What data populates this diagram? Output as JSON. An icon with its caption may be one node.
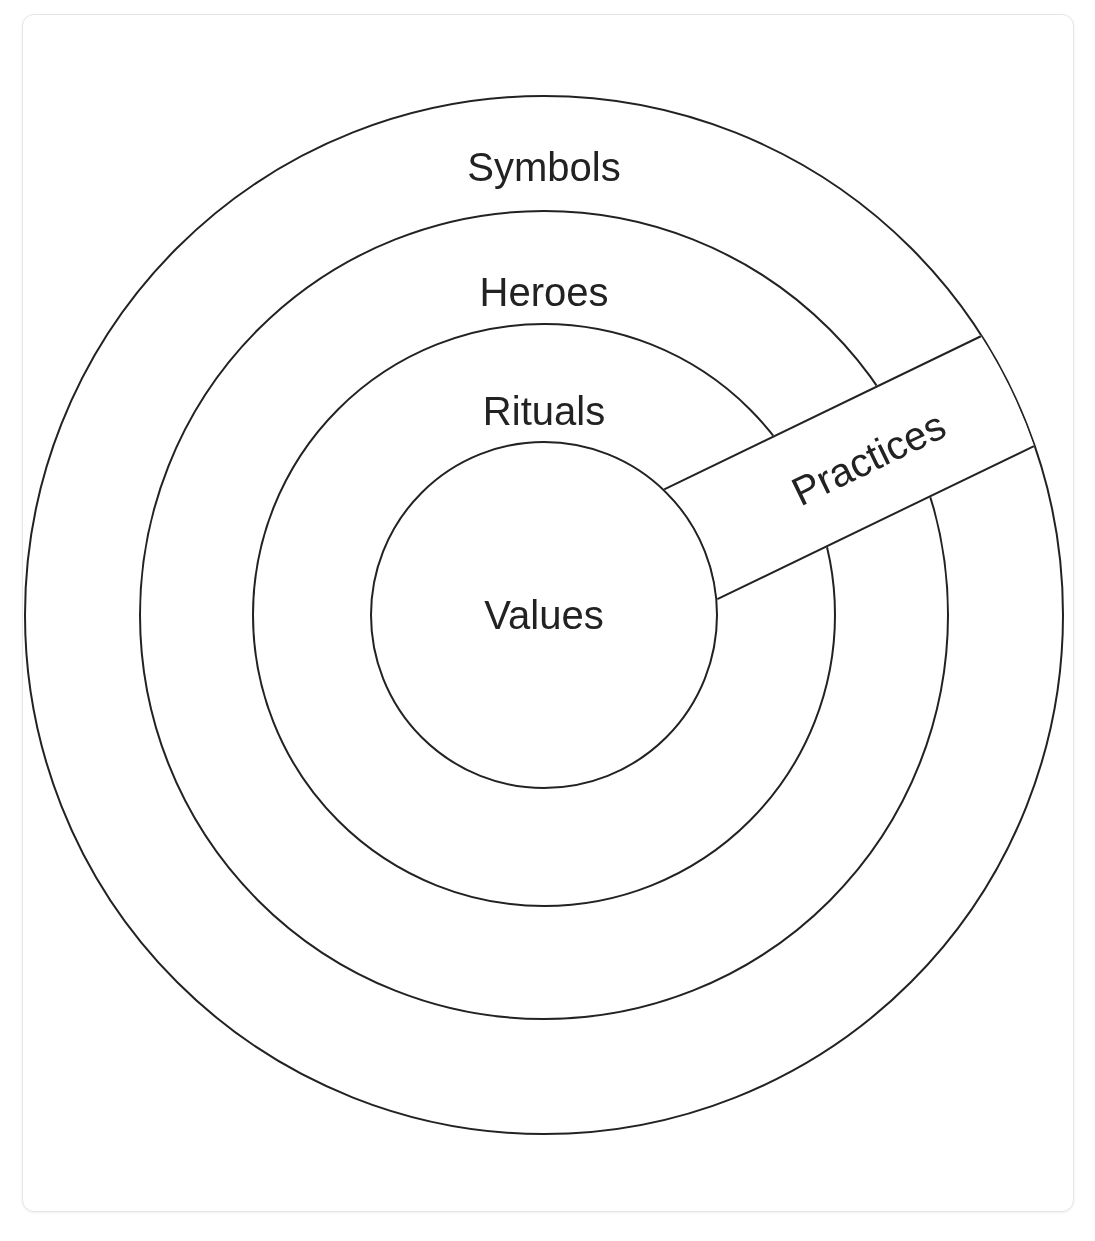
{
  "diagram": {
    "nodes": [
      {
        "text": [
          "Symbols"
        ]
      },
      {
        "text": [
          "Heroes"
        ],
        "in": 0
      },
      {
        "text": [
          "Rituals"
        ],
        "in": 1
      },
      {
        "text": [
          "Values"
        ],
        "in": 2
      },
      {
        "text": [
          "Practices"
        ],
        "in": 0
      }
    ]
  }
}
